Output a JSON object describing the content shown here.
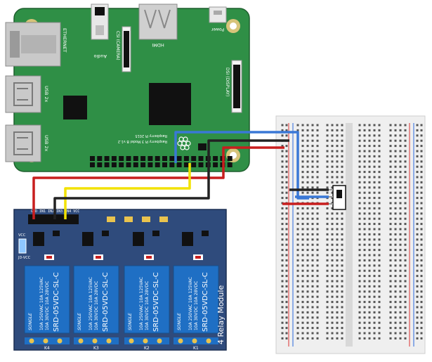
{
  "pi": {
    "ethernet": "ETHERNET",
    "usb1": "USB 2x",
    "usb2": "USB 2x",
    "audio": "Audio",
    "camera": "CSI (CAMERA)",
    "hdmi": "HDMI",
    "power": "Power",
    "display": "DSI (DISPLAY)",
    "model": "Raspberry Pi 3 Model B v1.2",
    "copyright": "Raspberry Pi 2015"
  },
  "relay": {
    "title": "4 Relay Module",
    "header_pins": "GND IN1 IN2 IN3 IN4 VCC",
    "jumper_left": "JD-VCC",
    "jumper_top": "VCC",
    "relays": [
      {
        "brand": "SONGLE",
        "ratings": "10A 250VAC 10A 125VAC",
        "ratings2": "10A 30VDC 10A 28VDC",
        "part": "SRD-05VDC-SL-C",
        "channel": "K4"
      },
      {
        "brand": "SONGLE",
        "ratings": "10A 250VAC 10A 125VAC",
        "ratings2": "10A 30VDC 10A 28VDC",
        "part": "SRD-05VDC-SL-C",
        "channel": "K3"
      },
      {
        "brand": "SONGLE",
        "ratings": "10A 250VAC 10A 125VAC",
        "ratings2": "10A 30VDC 10A 28VDC",
        "part": "SRD-05VDC-SL-C",
        "channel": "K2"
      },
      {
        "brand": "SONGLE",
        "ratings": "10A 250VAC 10A 125VAC",
        "ratings2": "10A 30VDC 10A 28VDC",
        "part": "SRD-05VDC-SL-C",
        "channel": "K1"
      }
    ]
  },
  "colors": {
    "pi_board": "#2f8f46",
    "relay_board": "#2f4b7c",
    "relay_body": "#1f6fc4",
    "wire_red": "#c81e1e",
    "wire_yellow": "#f2e200",
    "wire_black": "#222222",
    "wire_blue": "#3a78d6"
  }
}
